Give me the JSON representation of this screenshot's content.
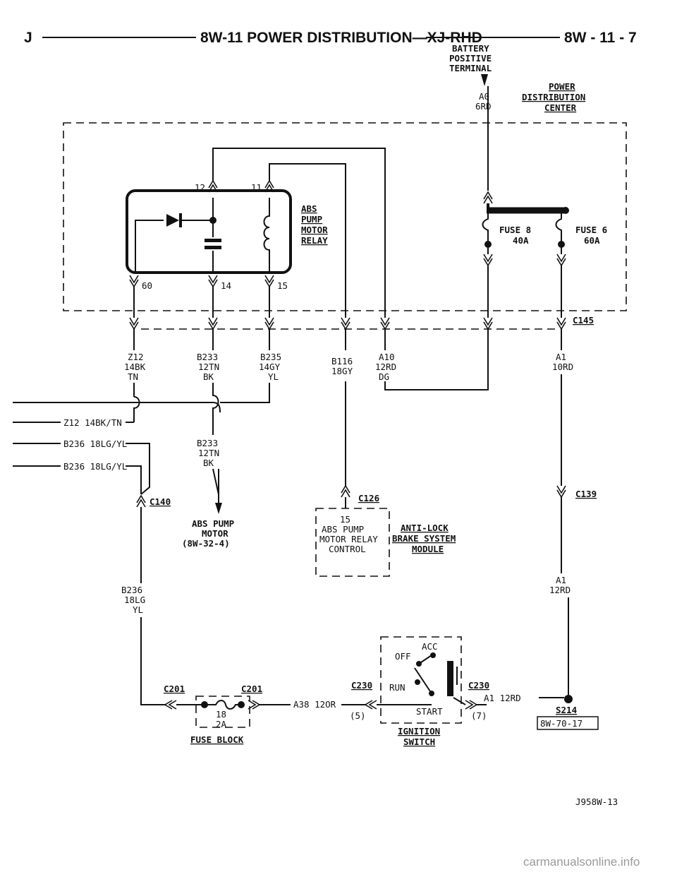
{
  "header": {
    "letter": "J",
    "title": "8W-11 POWER DISTRIBUTION—XJ-RHD",
    "page": "8W - 11 - 7"
  },
  "battery": {
    "line1": "BATTERY",
    "line2": "POSITIVE",
    "line3": "TERMINAL"
  },
  "a0": {
    "circuit": "A0",
    "gauge": "6RD"
  },
  "pdc": {
    "line1": "POWER",
    "line2": "DISTRIBUTION",
    "line3": "CENTER"
  },
  "relay": {
    "line1": "ABS",
    "line2": "PUMP",
    "line3": "MOTOR",
    "line4": "RELAY",
    "pins": {
      "p12": "12",
      "p11": "11",
      "p60": "60",
      "p14": "14",
      "p15": "15"
    }
  },
  "fuse8": {
    "name": "FUSE 8",
    "rating": "40A"
  },
  "fuse6": {
    "name": "FUSE 6",
    "rating": "60A"
  },
  "c145": "C145",
  "wires": {
    "z12": {
      "c": "Z12",
      "g": "14BK",
      "t": "TN"
    },
    "b233": {
      "c": "B233",
      "g": "12TN",
      "t": "BK"
    },
    "b235": {
      "c": "B235",
      "g": "14GY",
      "t": "YL"
    },
    "b116": {
      "c": "B116",
      "g": "18GY"
    },
    "a10": {
      "c": "A10",
      "g": "12RD",
      "t": "DG"
    },
    "a1top": {
      "c": "A1",
      "g": "10RD"
    },
    "b233b": {
      "c": "B233",
      "g": "12TN",
      "t": "BK"
    },
    "b236v": {
      "c": "B236",
      "g": "18LG",
      "t": "YL"
    },
    "a1bot": {
      "c": "A1",
      "g": "12RD"
    }
  },
  "left_labels": {
    "z12_14bk_tn": "Z12 14BK/TN",
    "b236a": "B236 18LG/YL",
    "b236b": "B236 18LG/YL"
  },
  "connectors": {
    "c140": "C140",
    "c126": "C126",
    "c139": "C139",
    "c201a": "C201",
    "c201b": "C201",
    "c230a": "C230",
    "c230b": "C230",
    "s214": "S214",
    "s214ref": "8W-70-17"
  },
  "abs_motor": {
    "line1": "ABS PUMP",
    "line2": "MOTOR",
    "line3": "(8W-32-4)"
  },
  "cab_module": {
    "pin": "15",
    "line1": "ABS PUMP",
    "line2": "MOTOR RELAY",
    "line3": "CONTROL",
    "name1": "ANTI-LOCK",
    "name2": "BRAKE SYSTEM",
    "name3": "MODULE"
  },
  "fuse_block": {
    "fuse": "18",
    "rating": "2A",
    "name": "FUSE BLOCK"
  },
  "a38": "A38 12OR",
  "ignition": {
    "acc": "ACC",
    "off": "OFF",
    "run": "RUN",
    "start": "START",
    "pin5": "(5)",
    "pin7": "(7)",
    "name1": "IGNITION",
    "name2": "SWITCH"
  },
  "a1_12rd": "A1 12RD",
  "figure_id": "J958W-13",
  "watermark": "carmanualsonline.info"
}
